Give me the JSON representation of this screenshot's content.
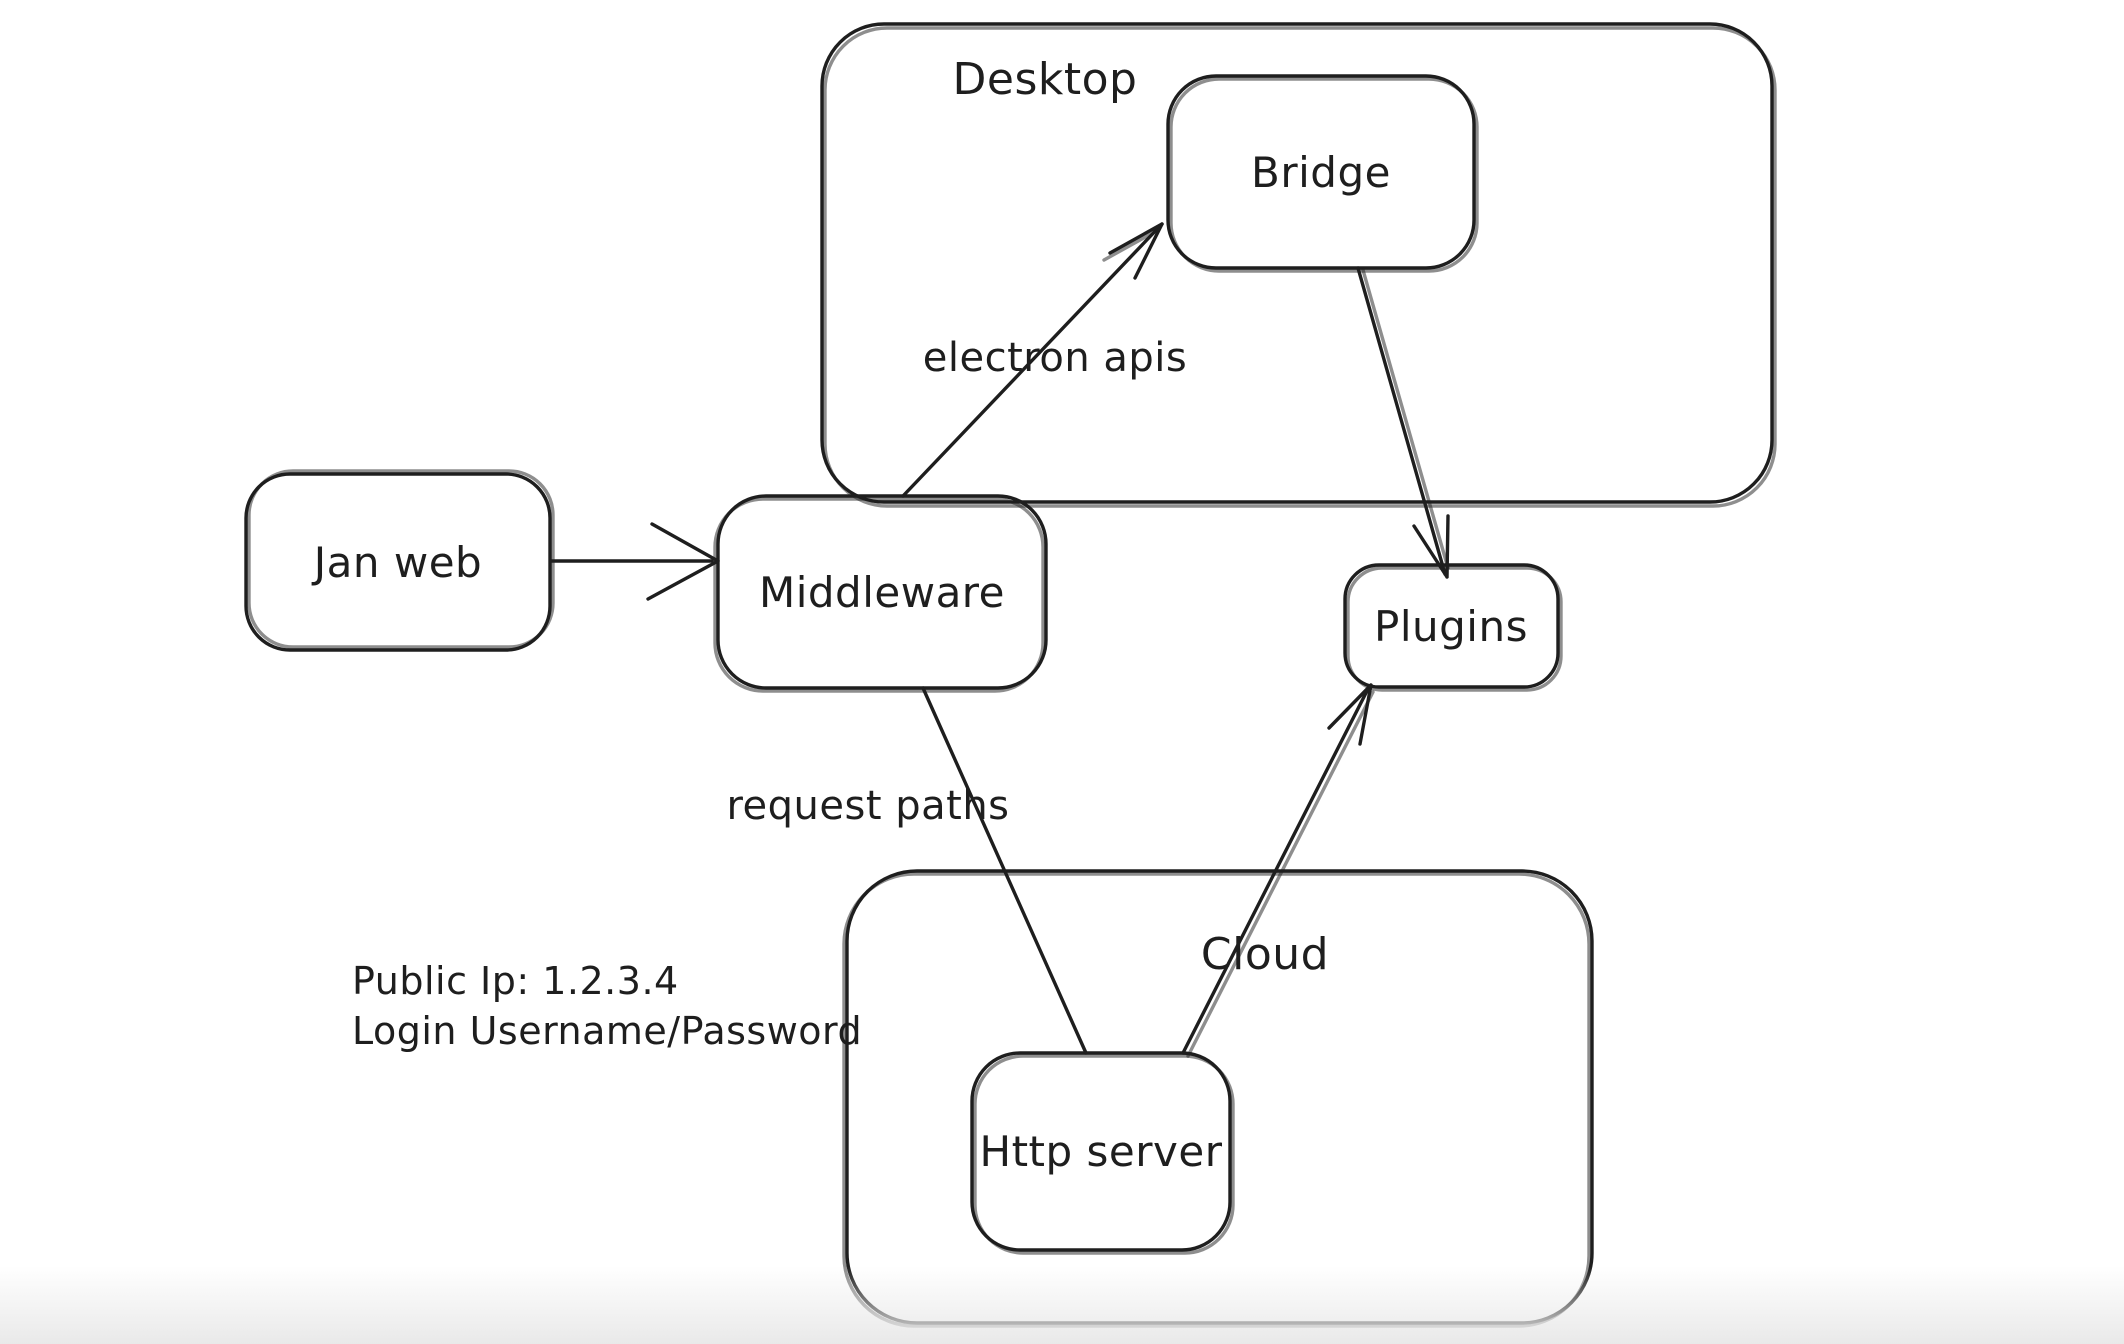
{
  "canvas": {
    "background": "#ffffff",
    "stroke_color": "#1e1e1e",
    "bottom_fade_color": "#e9e9e9"
  },
  "containers": {
    "desktop": {
      "label": "Desktop"
    },
    "cloud": {
      "label": "Cloud"
    }
  },
  "nodes": {
    "jan_web": {
      "label": "Jan web"
    },
    "middleware": {
      "label": "Middleware"
    },
    "bridge": {
      "label": "Bridge"
    },
    "plugins": {
      "label": "Plugins"
    },
    "http_server": {
      "label": "Http server"
    }
  },
  "arrows": {
    "jan_web_to_middleware": {
      "from": "Jan web",
      "to": "Middleware",
      "label": ""
    },
    "middleware_to_bridge": {
      "from": "Middleware",
      "to": "Bridge",
      "label": "electron apis"
    },
    "bridge_to_plugins": {
      "from": "Bridge",
      "to": "Plugins",
      "label": ""
    },
    "middleware_to_http_server": {
      "from": "Middleware",
      "to": "Http server",
      "label": "request paths"
    },
    "http_server_to_plugins": {
      "from": "Http server",
      "to": "Plugins",
      "label": ""
    }
  },
  "annotation": {
    "line1": "Public Ip: 1.2.3.4",
    "line2": "Login Username/Password"
  }
}
